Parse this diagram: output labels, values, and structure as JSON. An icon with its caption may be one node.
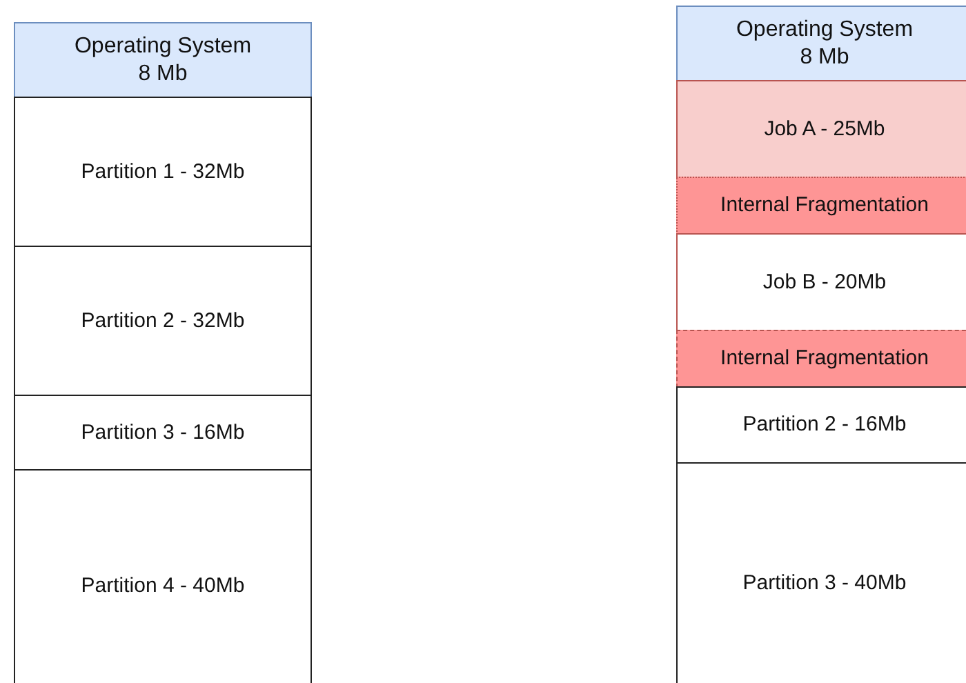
{
  "diagram": {
    "nodes": [
      {
        "text": [
          "Operating System 8 Mb"
        ]
      },
      {
        "text": [
          "Partition 1 - 32Mb"
        ]
      },
      {
        "text": [
          "Partition 2 - 32Mb"
        ]
      },
      {
        "text": [
          "Partition 3 - 16Mb"
        ]
      },
      {
        "text": [
          "Partition 4 - 40Mb"
        ]
      },
      {
        "text": [
          "Operating System 8 Mb"
        ]
      },
      {
        "text": [
          "Job A - 25Mb"
        ]
      },
      {
        "text": [
          "Internal Fragmentation"
        ]
      },
      {
        "text": [
          "Job B - 20Mb"
        ]
      },
      {
        "text": [
          "Internal Fragmentation"
        ]
      },
      {
        "text": [
          "Partition 2 - 16Mb"
        ]
      },
      {
        "text": [
          "Partition 3 - 40Mb"
        ]
      }
    ]
  }
}
